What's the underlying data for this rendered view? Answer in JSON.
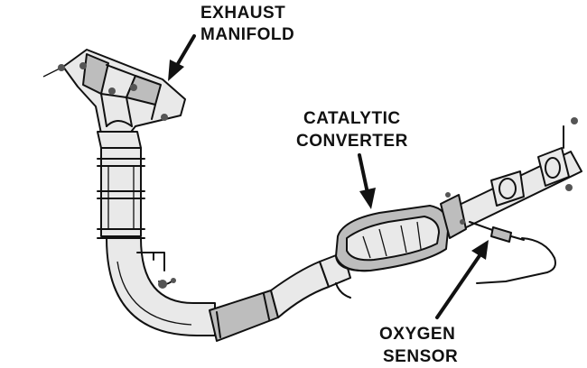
{
  "labels": {
    "exhaust_manifold": [
      "EXHAUST",
      "MANIFOLD"
    ],
    "catalytic_converter": [
      "CATALYTIC",
      "CONVERTER"
    ],
    "oxygen_sensor": [
      "OXYGEN",
      "SENSOR"
    ]
  },
  "colors": {
    "ink": "#111111",
    "shading": "#bdbdbd",
    "background": "#ffffff"
  }
}
